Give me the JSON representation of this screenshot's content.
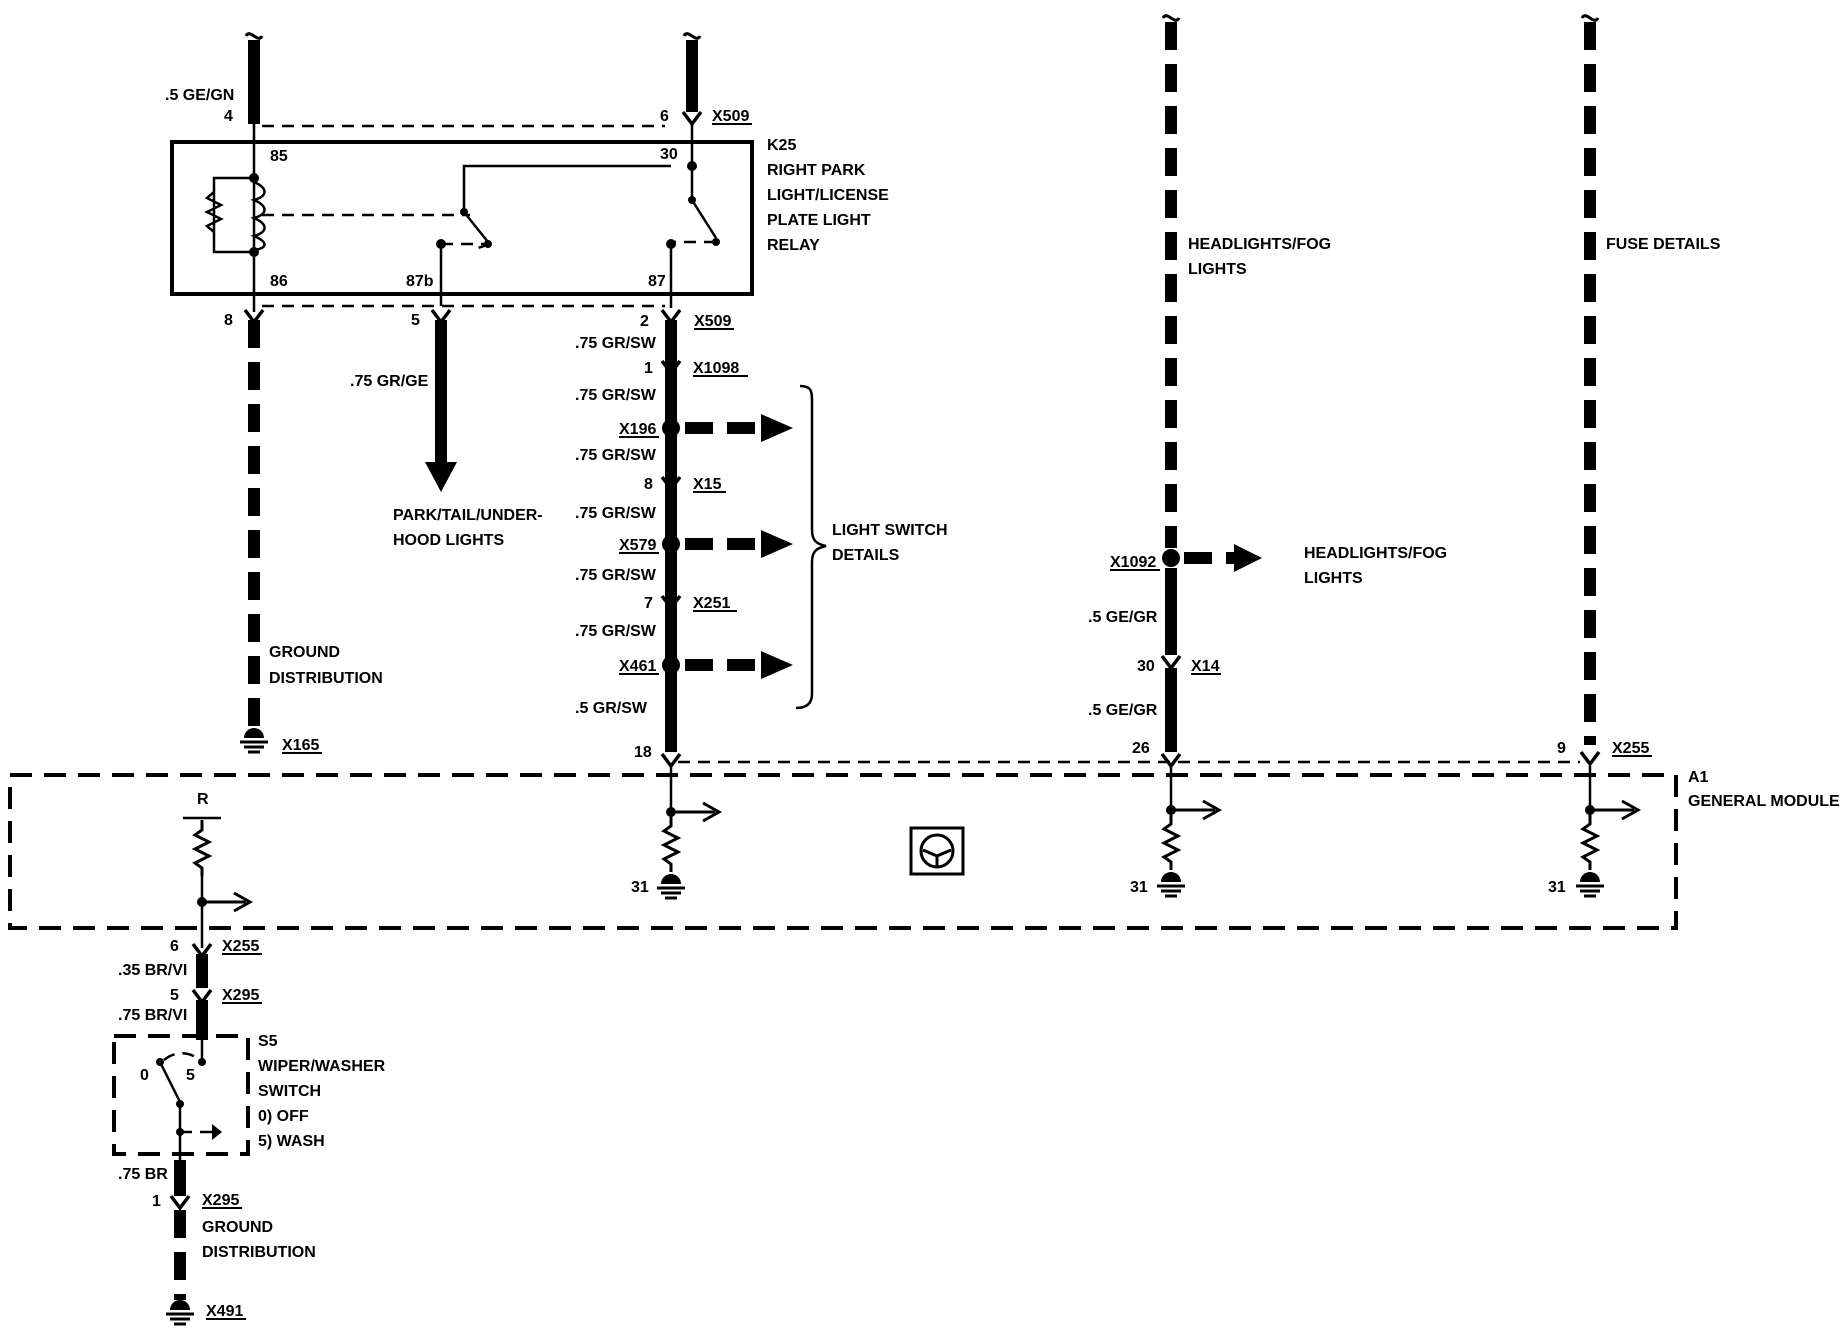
{
  "colors": {
    "ink": "#000000",
    "paper": "#ffffff"
  },
  "icons": {
    "module_symbol": "steering-wheel-icon",
    "ground_symbol": "ground-icon",
    "branch_arrow": "arrow-right-icon"
  },
  "relay": {
    "name": "K25",
    "lines": [
      "RIGHT PARK",
      "LIGHT/LICENSE",
      "PLATE LIGHT",
      "RELAY"
    ],
    "pins": {
      "p85": "85",
      "p30": "30",
      "p86": "86",
      "p87b": "87b",
      "p87": "87"
    }
  },
  "left_wire": {
    "top_label": ".5 GE/GN",
    "top_pin": "4",
    "bottom_pin": "8",
    "dest": [
      "GROUND",
      "DISTRIBUTION"
    ],
    "ground_conn": "X165"
  },
  "park_wire": {
    "pin": "5",
    "label": ".75 GR/GE",
    "dest": [
      "PARK/TAIL/UNDER-",
      "HOOD LIGHTS"
    ]
  },
  "center_wire": {
    "top_pin": "6",
    "top_conn": "X509",
    "pin2": "2",
    "conn2": "X509",
    "entries": [
      {
        "label": ".75 GR/SW"
      },
      {
        "pin": "1",
        "conn": "X1098"
      },
      {
        "label": ".75 GR/SW"
      },
      {
        "splice": "X196"
      },
      {
        "label": ".75 GR/SW"
      },
      {
        "pin": "8",
        "conn": "X15"
      },
      {
        "label": ".75 GR/SW"
      },
      {
        "splice": "X579"
      },
      {
        "label": ".75 GR/SW"
      },
      {
        "pin": "7",
        "conn": "X251"
      },
      {
        "label": ".75 GR/SW"
      },
      {
        "splice": "X461"
      },
      {
        "label": ".5 GR/SW"
      }
    ],
    "bottom_pin": "18"
  },
  "light_switch": [
    "LIGHT SWITCH",
    "DETAILS"
  ],
  "headlight_wire": {
    "top": [
      "HEADLIGHTS/FOG",
      "LIGHTS"
    ],
    "splice": "X1092",
    "branch": [
      "HEADLIGHTS/FOG",
      "LIGHTS"
    ],
    "label1": ".5 GE/GR",
    "pin": "30",
    "conn": "X14",
    "label2": ".5 GE/GR",
    "bottom_pin": "26"
  },
  "fuse_wire": {
    "top": [
      "FUSE DETAILS"
    ],
    "pin": "9",
    "conn": "X255"
  },
  "module": {
    "name": "A1",
    "desc": "GENERAL MODULE",
    "input_label": "R",
    "grounds": [
      "31",
      "31",
      "31"
    ]
  },
  "lower_wire": {
    "pin1": "6",
    "conn1": "X255",
    "label1": ".35 BR/VI",
    "pin2": "5",
    "conn2": "X295",
    "label2": ".75 BR/VI",
    "label3": ".75 BR",
    "pin3": "1",
    "conn3": "X295",
    "dest": [
      "GROUND",
      "DISTRIBUTION"
    ],
    "ground_conn": "X491"
  },
  "switch": {
    "name": "S5",
    "lines": [
      "WIPER/WASHER",
      "SWITCH",
      "0)   OFF",
      "5)   WASH"
    ],
    "pos0": "0",
    "pos5": "5"
  }
}
